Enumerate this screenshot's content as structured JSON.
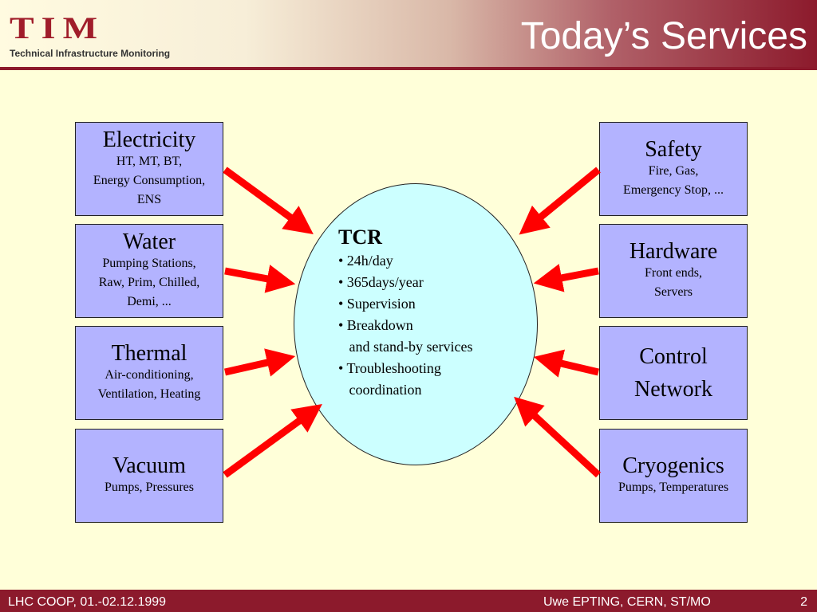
{
  "header": {
    "logo_text": "TIM",
    "logo_subtitle": "Technical Infrastructure Monitoring",
    "title": "Today’s Services"
  },
  "left_boxes": [
    {
      "title": "Electricity",
      "subtitle": "HT, MT, BT,\nEnergy Consumption,\nENS"
    },
    {
      "title": "Water",
      "subtitle": "Pumping Stations,\nRaw, Prim, Chilled,\nDemi, ..."
    },
    {
      "title": "Thermal",
      "subtitle": "Air-conditioning,\nVentilation, Heating"
    },
    {
      "title": "Vacuum",
      "subtitle": "Pumps, Pressures"
    }
  ],
  "right_boxes": [
    {
      "title": "Safety",
      "subtitle": "Fire, Gas,\nEmergency Stop, ..."
    },
    {
      "title": "Hardware",
      "subtitle": "Front ends,\nServers"
    },
    {
      "title": "Control\nNetwork",
      "subtitle": ""
    },
    {
      "title": "Cryogenics",
      "subtitle": "Pumps, Temperatures"
    }
  ],
  "center": {
    "title": "TCR",
    "items": [
      "• 24h/day",
      "• 365days/year",
      "• Supervision",
      "• Breakdown",
      "   and stand-by services",
      "• Troubleshooting",
      "   coordination"
    ]
  },
  "colors": {
    "box_fill": "#b3b3ff",
    "circle_fill": "#ccffff",
    "arrow": "#ff0000",
    "brand": "#8c1a2c",
    "background": "#ffffd9"
  },
  "footer": {
    "left": "LHC COOP, 01.-02.12.1999",
    "center": "Uwe EPTING, CERN, ST/MO",
    "page": "2"
  }
}
